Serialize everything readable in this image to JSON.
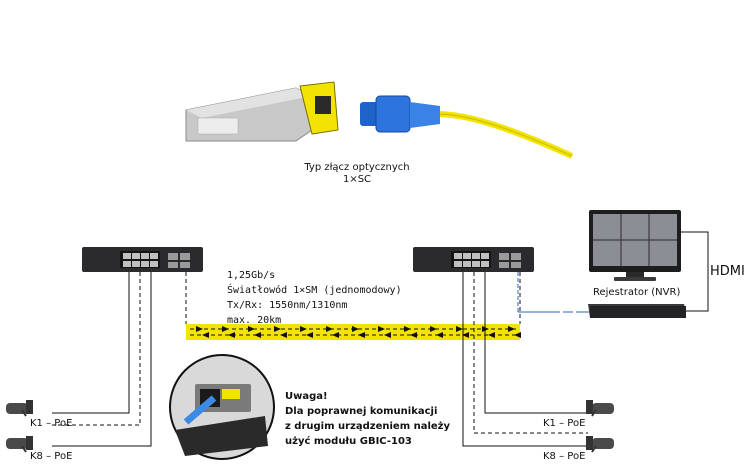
{
  "caption": {
    "line1": "Typ złącz optycznych",
    "line2": "1×SC"
  },
  "link_spec": [
    "1,25Gb/s",
    "Światłowód 1×SM (jednomodowy)",
    "Tx/Rx: 1550nm/1310nm",
    "max. 20km"
  ],
  "nvr_label": "Rejestrator (NVR)",
  "hdmi_label": "HDMI",
  "cameras": {
    "left_top": "K1 – PoE",
    "left_bottom": "K8 – PoE",
    "right_top": "K1 – PoE",
    "right_bottom": "K8 – PoE"
  },
  "note": [
    "Uwaga!",
    "Dla poprawnej komunikacji",
    "z drugim urządzeniem należy",
    "użyć modułu GBIC-103"
  ],
  "colors": {
    "fiber_yellow": "#f2e400",
    "nvr_link": "#2a66b8",
    "sc_connector": "#1f63c9"
  }
}
